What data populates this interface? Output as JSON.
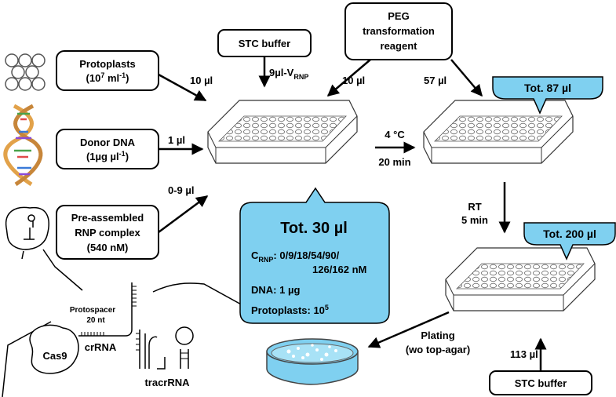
{
  "boxes": {
    "protoplasts": {
      "line1": "Protoplasts",
      "line2_pre": "(10",
      "line2_sup": "7",
      "line2_mid": " ml",
      "line2_sup2": "-1",
      "line2_post": ")"
    },
    "donor": {
      "line1": "Donor DNA",
      "line2_pre": "(1µg µl",
      "line2_sup": "-1",
      "line2_post": ")"
    },
    "rnp": {
      "line1": "Pre-assembled",
      "line2": "RNP complex",
      "line3": "(540 nM)"
    },
    "stc_top": {
      "label": "STC buffer"
    },
    "peg": {
      "line1": "PEG",
      "line2": "transformation",
      "line3": "reagent"
    },
    "stc_bottom": {
      "label": "STC buffer"
    }
  },
  "volumes": {
    "protoplasts": "10 µl",
    "donor": "1 µl",
    "rnp": "0-9 µl",
    "stc_pre": "9µl-V",
    "stc_sub": "RNP",
    "peg_left": "10 µl",
    "peg_right": "57 µl",
    "stc_bottom": "113 µl"
  },
  "steps": {
    "incubate_temp": "4 °C",
    "incubate_time": "20 min",
    "rt": "RT",
    "rt_time": "5 min",
    "plating1": "Plating",
    "plating2": "(wo top-agar)"
  },
  "totals": {
    "t30": "Tot. 30 µl",
    "t87": "Tot. 87 µl",
    "t200": "Tot. 200 µl"
  },
  "composition": {
    "crnp_pre": "C",
    "crnp_sub": "RNP",
    "crnp_vals1": ": 0/9/18/54/90/",
    "crnp_vals2": "126/162 nM",
    "dna": "DNA: 1 µg",
    "prot_pre": "Protoplasts: 10",
    "prot_sup": "5"
  },
  "rnp_detail": {
    "protospacer": "Protospacer",
    "nt": "20 nt",
    "crrna": "crRNA",
    "tracrrna": "tracrRNA",
    "cas9": "Cas9"
  },
  "colors": {
    "accent": "#7fd0f0",
    "line": "#000000"
  }
}
